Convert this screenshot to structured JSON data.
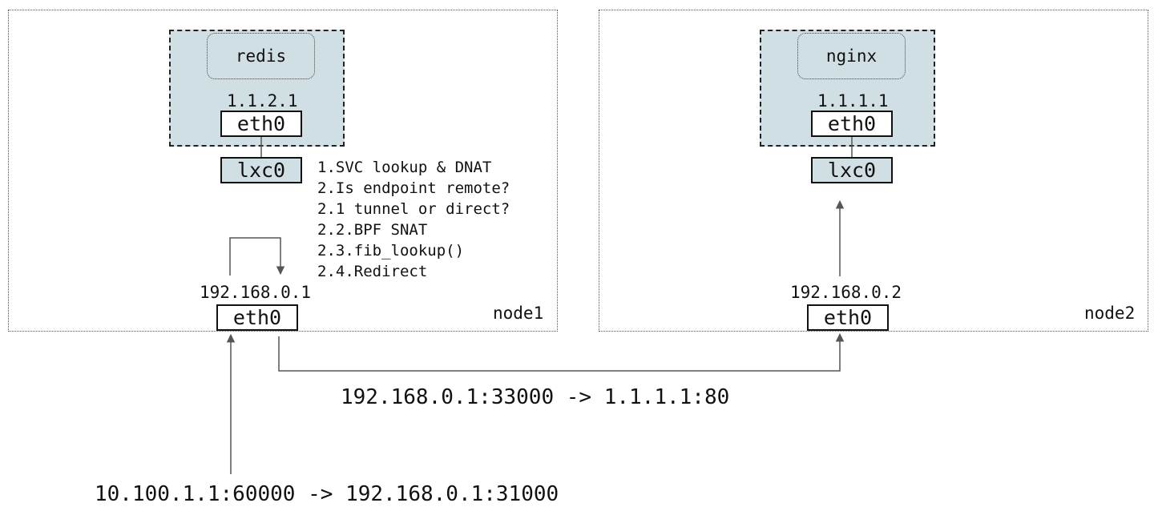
{
  "node1": {
    "name": "node1",
    "pod": {
      "container": "redis",
      "ip": "1.1.2.1",
      "iface": "eth0"
    },
    "veth": "lxc0",
    "host_ip": "192.168.0.1",
    "host_iface": "eth0",
    "steps": [
      "1.SVC lookup & DNAT",
      "2.Is endpoint remote?",
      "2.1 tunnel or direct?",
      "2.2.BPF SNAT",
      "2.3.fib_lookup()",
      "2.4.Redirect"
    ]
  },
  "node2": {
    "name": "node2",
    "pod": {
      "container": "nginx",
      "ip": "1.1.1.1",
      "iface": "eth0"
    },
    "veth": "lxc0",
    "host_ip": "192.168.0.2",
    "host_iface": "eth0"
  },
  "flows": {
    "inter_node": "192.168.0.1:33000 -> 1.1.1.1:80",
    "ingress": "10.100.1.1:60000 -> 192.168.0.1:31000"
  },
  "colors": {
    "pod_fill": "#d0dfe3",
    "line": "#555555"
  }
}
